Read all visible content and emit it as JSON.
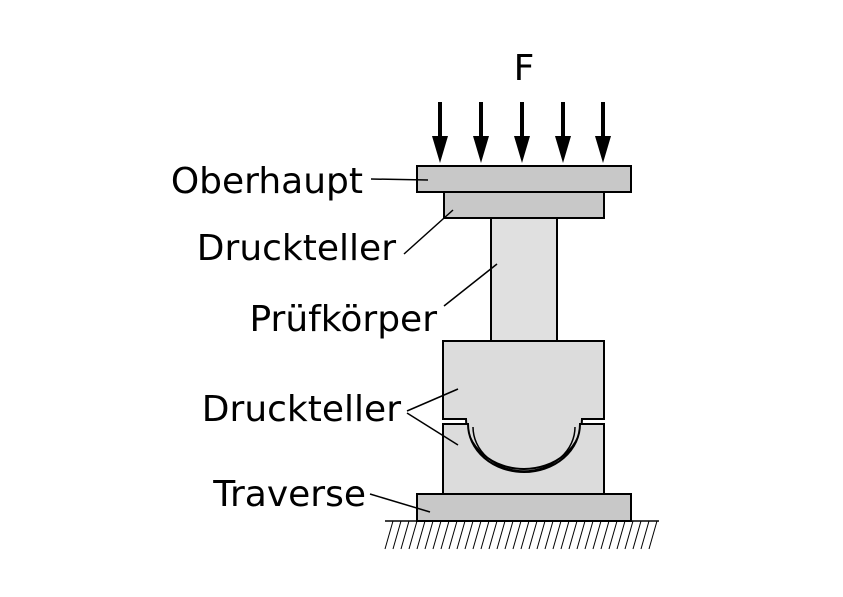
{
  "diagram": {
    "force_label": "F",
    "labels": {
      "oberhaupt": "Oberhaupt",
      "druckteller_upper": "Druckteller",
      "pruefkoerper": "Prüfkörper",
      "druckteller_lower": "Druckteller",
      "traverse": "Traverse"
    },
    "colors": {
      "plate_fill": "#c8c8c8",
      "specimen_fill": "#e0e0e0",
      "block_fill": "#dcdcdc",
      "outline": "#000000",
      "ground_hatch": "#000000"
    },
    "force_arrow_count": 5
  }
}
